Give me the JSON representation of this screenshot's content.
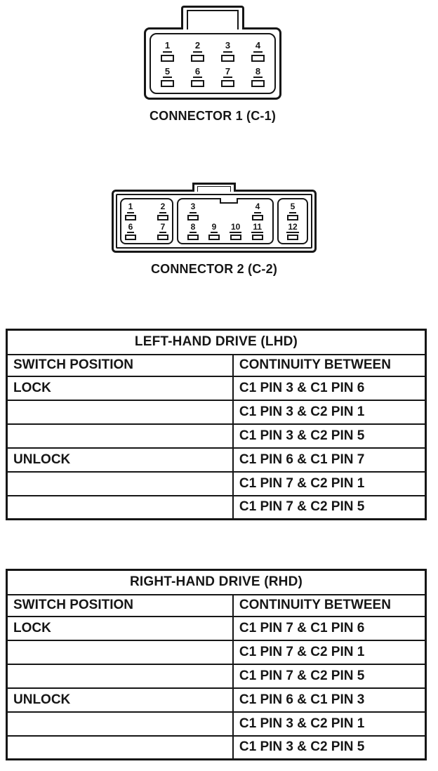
{
  "connector1": {
    "label": "CONNECTOR 1 (C-1)",
    "pins_top": [
      "1",
      "2",
      "3",
      "4"
    ],
    "pins_bottom": [
      "5",
      "6",
      "7",
      "8"
    ]
  },
  "connector2": {
    "label": "CONNECTOR 2 (C-2)",
    "left_group": {
      "top": [
        "1",
        "2"
      ],
      "bottom": [
        "6",
        "7"
      ]
    },
    "middle_group": {
      "top": [
        "3",
        "4"
      ],
      "bottom": [
        "8",
        "9",
        "10",
        "11"
      ]
    },
    "right_group": {
      "top": [
        "5"
      ],
      "bottom": [
        "12"
      ]
    }
  },
  "lhd_table": {
    "title": "LEFT-HAND DRIVE (LHD)",
    "headers": {
      "switch_position": "SWITCH POSITION",
      "continuity": "CONTINUITY BETWEEN"
    },
    "rows": [
      {
        "position": "LOCK",
        "continuity": "C1 PIN 3 & C1 PIN 6"
      },
      {
        "position": "",
        "continuity": "C1 PIN 3 & C2 PIN 1"
      },
      {
        "position": "",
        "continuity": "C1 PIN 3 & C2 PIN 5"
      },
      {
        "position": "UNLOCK",
        "continuity": "C1 PIN 6 & C1 PIN 7"
      },
      {
        "position": "",
        "continuity": "C1 PIN 7 & C2 PIN 1"
      },
      {
        "position": "",
        "continuity": "C1 PIN 7 & C2 PIN 5"
      }
    ]
  },
  "rhd_table": {
    "title": "RIGHT-HAND DRIVE (RHD)",
    "headers": {
      "switch_position": "SWITCH POSITION",
      "continuity": "CONTINUITY BETWEEN"
    },
    "rows": [
      {
        "position": "LOCK",
        "continuity": "C1 PIN 7 & C1 PIN 6"
      },
      {
        "position": "",
        "continuity": "C1 PIN 7 & C2 PIN 1"
      },
      {
        "position": "",
        "continuity": "C1 PIN 7 & C2 PIN 5"
      },
      {
        "position": "UNLOCK",
        "continuity": "C1 PIN 6 & C1 PIN 3"
      },
      {
        "position": "",
        "continuity": "C1 PIN 3 & C2 PIN 1"
      },
      {
        "position": "",
        "continuity": "C1 PIN 3 & C2 PIN 5"
      }
    ]
  }
}
